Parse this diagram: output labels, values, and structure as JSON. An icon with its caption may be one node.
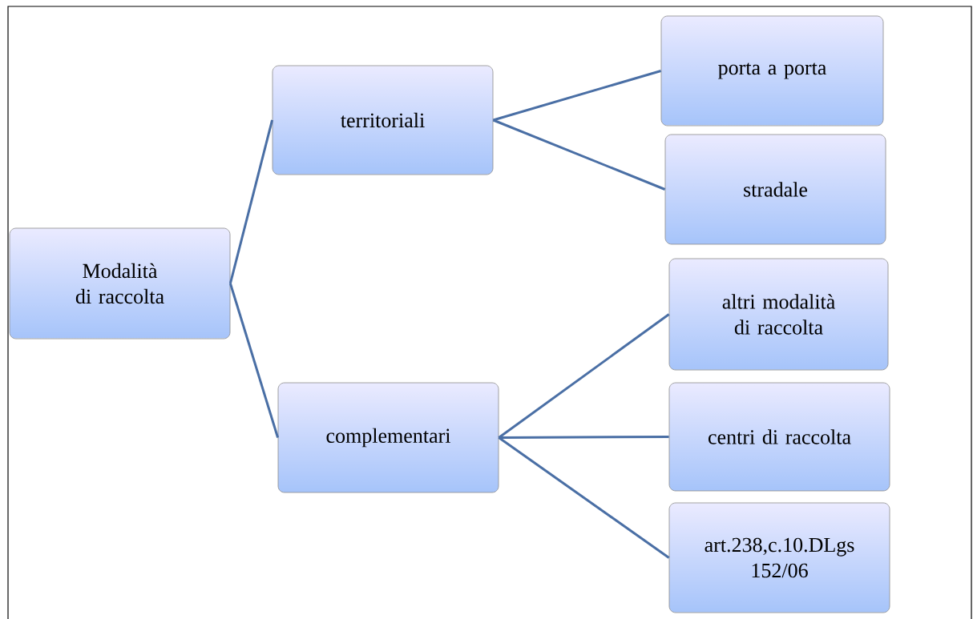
{
  "diagram": {
    "nodes": [
      {
        "text": [
          "Modalità di raccolta"
        ]
      },
      {
        "text": [
          "territoriali"
        ]
      },
      {
        "text": [
          "complementari"
        ]
      },
      {
        "text": [
          "porta a porta"
        ]
      },
      {
        "text": [
          "stradale"
        ]
      },
      {
        "text": [
          "altri modalità di raccolta"
        ]
      },
      {
        "text": [
          "centri di raccolta"
        ]
      },
      {
        "text": [
          "art.238,c.10.DLgs 152/06"
        ]
      }
    ],
    "edges": [
      {
        "from": 0,
        "to": 1,
        "arrow": "none"
      },
      {
        "from": 0,
        "to": 2,
        "arrow": "none"
      },
      {
        "from": 1,
        "to": 3,
        "arrow": "none"
      },
      {
        "from": 1,
        "to": 4,
        "arrow": "none"
      },
      {
        "from": 2,
        "to": 5,
        "arrow": "none"
      },
      {
        "from": 2,
        "to": 6,
        "arrow": "none"
      },
      {
        "from": 2,
        "to": 7,
        "arrow": "none"
      }
    ]
  }
}
